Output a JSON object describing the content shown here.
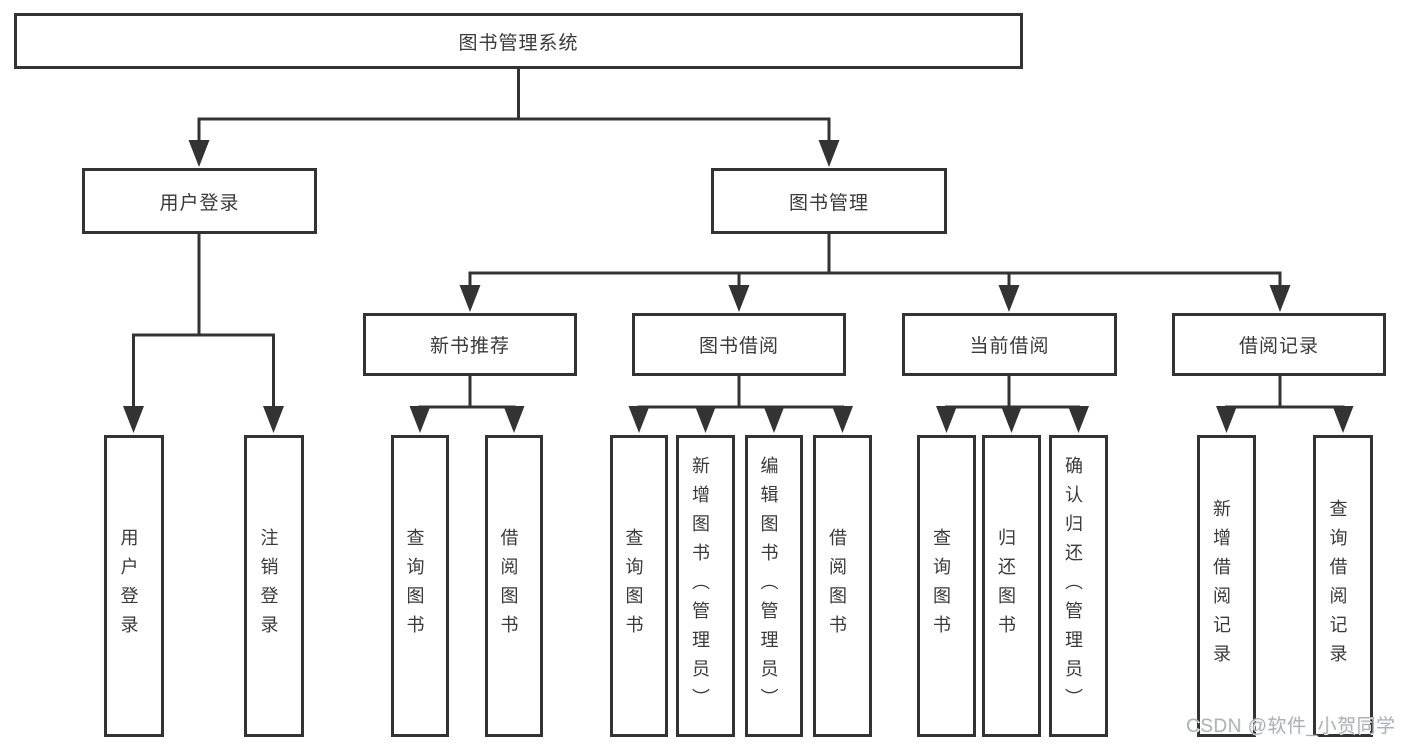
{
  "diagram": {
    "title": "图书管理系统",
    "branches": [
      {
        "label": "用户登录",
        "children": [
          {
            "label": "用户登录"
          },
          {
            "label": "注销登录"
          }
        ]
      },
      {
        "label": "图书管理",
        "children": [
          {
            "label": "新书推荐",
            "children": [
              {
                "label": "查询图书"
              },
              {
                "label": "借阅图书"
              }
            ]
          },
          {
            "label": "图书借阅",
            "children": [
              {
                "label": "查询图书"
              },
              {
                "label": "新增图书（管理员）"
              },
              {
                "label": "编辑图书（管理员）"
              },
              {
                "label": "借阅图书"
              }
            ]
          },
          {
            "label": "当前借阅",
            "children": [
              {
                "label": "查询图书"
              },
              {
                "label": "归还图书"
              },
              {
                "label": "确认归还（管理员）"
              }
            ]
          },
          {
            "label": "借阅记录",
            "children": [
              {
                "label": "新增借阅记录"
              },
              {
                "label": "查询借阅记录"
              }
            ]
          }
        ]
      }
    ]
  },
  "watermark": {
    "text": "CSDN @软件_小贺同学"
  },
  "colors": {
    "line": "#333333",
    "border": "#333333",
    "text": "#3a3a3a",
    "watermark": "#aeb2b8",
    "background": "#ffffff"
  }
}
